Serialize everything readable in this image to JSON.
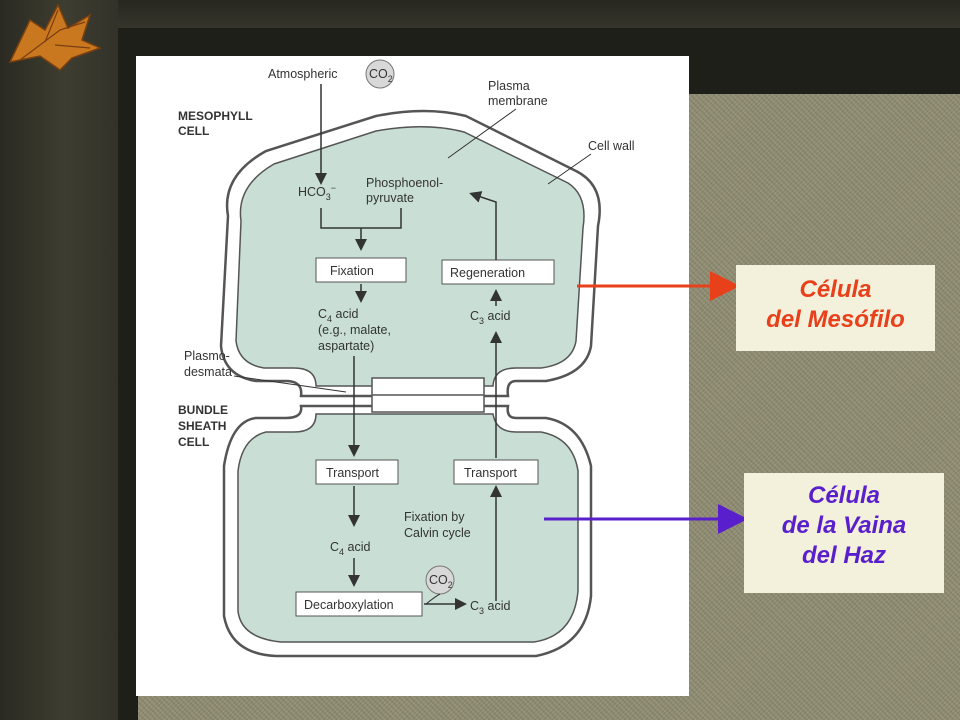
{
  "diagram": {
    "labels": {
      "atmospheric": "Atmospheric",
      "co2_top": "CO",
      "co2_top_sub": "2",
      "plasma_membrane_1": "Plasma",
      "plasma_membrane_2": "membrane",
      "cell_wall": "Cell wall",
      "mesophyll_1": "MESOPHYLL",
      "mesophyll_2": "CELL",
      "hco3": "HCO",
      "hco3_sub": "3",
      "hco3_sup": "−",
      "pep_1": "Phosphoenol-",
      "pep_2": "pyruvate",
      "fixation": "Fixation",
      "regeneration": "Regeneration",
      "c4_acid_c": "C",
      "c4_acid_sub": "4",
      "c4_acid_rest": " acid",
      "c4_eg_1": "(e.g., malate,",
      "c4_eg_2": "aspartate)",
      "c3_acid_c": "C",
      "c3_acid_sub": "3",
      "c3_acid_rest": " acid",
      "plasmodesmata_1": "Plasmo-",
      "plasmodesmata_2": "desmata",
      "bundle_1": "BUNDLE",
      "bundle_2": "SHEATH",
      "bundle_3": "CELL",
      "transport_left": "Transport",
      "transport_right": "Transport",
      "calvin_1": "Fixation by",
      "calvin_2": "Calvin cycle",
      "c4_acid2_c": "C",
      "c4_acid2_sub": "4",
      "c4_acid2_rest": " acid",
      "co2_mid": "CO",
      "co2_mid_sub": "2",
      "decarboxylation": "Decarboxylation",
      "c3_acid2_c": "C",
      "c3_acid2_sub": "3",
      "c3_acid2_rest": " acid"
    }
  },
  "callouts": {
    "mesophyll": {
      "line1": "Célula",
      "line2": "del Mesófilo",
      "color": "#e8401a"
    },
    "bundle_sheath": {
      "line1": "Célula",
      "line2": "de la Vaina",
      "line3": "del Haz",
      "color": "#5a1fcc"
    }
  },
  "colors": {
    "cell_fill": "#c9dfd6",
    "background": "#8d8a6f"
  }
}
